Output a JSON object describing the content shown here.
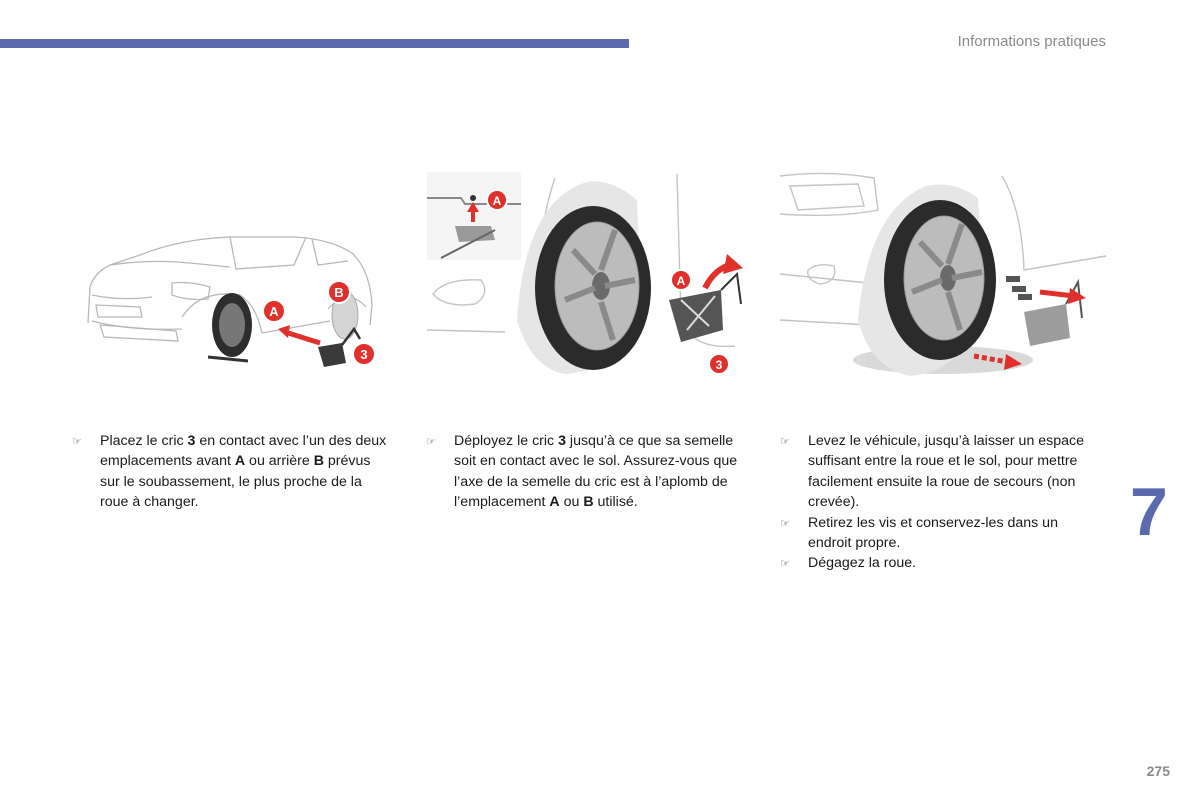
{
  "header": {
    "section_title": "Informations pratiques"
  },
  "chapter_number": "7",
  "page_number": "275",
  "labels": {
    "a": "A",
    "b": "B",
    "three": "3"
  },
  "bullet_icon": "pointing-hand-icon",
  "colors": {
    "accent": "#5b6aae",
    "marker_red": "#e0302b"
  },
  "columns": [
    {
      "steps": [
        {
          "segments": [
            {
              "text": "Placez le cric "
            },
            {
              "text": "3",
              "bold": true
            },
            {
              "text": " en contact avec l’un des deux emplacements avant "
            },
            {
              "text": "A",
              "bold": true
            },
            {
              "text": " ou arrière "
            },
            {
              "text": "B",
              "bold": true
            },
            {
              "text": " prévus sur le soubassement, le plus proche de la roue à changer."
            }
          ]
        }
      ]
    },
    {
      "steps": [
        {
          "segments": [
            {
              "text": "Déployez le cric "
            },
            {
              "text": "3",
              "bold": true
            },
            {
              "text": " jusqu’à ce que sa semelle soit en contact avec le sol. Assurez-vous que l’axe de la semelle du cric est à l’aplomb de l’emplacement "
            },
            {
              "text": "A",
              "bold": true
            },
            {
              "text": " ou "
            },
            {
              "text": "B",
              "bold": true
            },
            {
              "text": " utilisé."
            }
          ]
        }
      ]
    },
    {
      "steps": [
        {
          "segments": [
            {
              "text": "Levez le véhicule, jusqu’à laisser un espace suffisant entre la roue et le sol, pour mettre facilement ensuite la roue de secours (non crevée)."
            }
          ]
        },
        {
          "segments": [
            {
              "text": "Retirez les vis et conservez-les dans un endroit propre."
            }
          ]
        },
        {
          "segments": [
            {
              "text": "Dégagez la roue."
            }
          ]
        }
      ]
    }
  ]
}
